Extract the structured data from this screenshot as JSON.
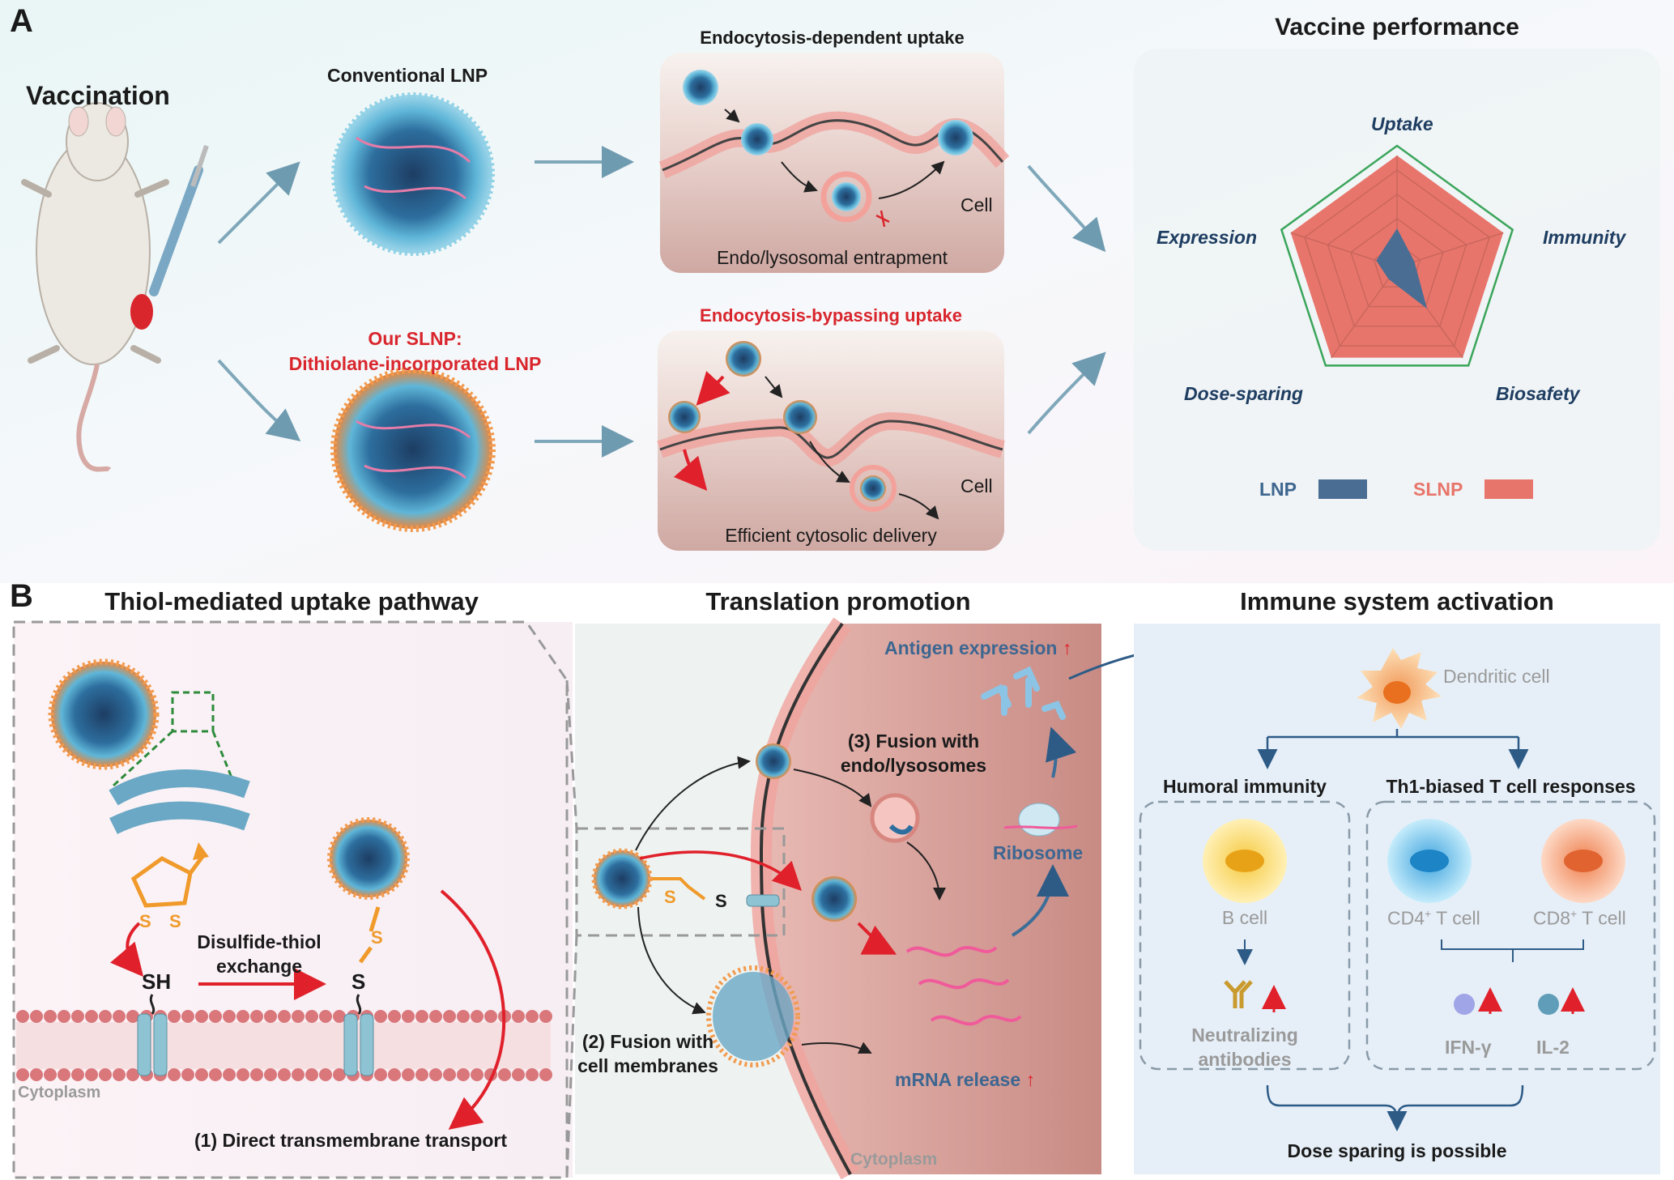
{
  "panel_a": {
    "letter": "A",
    "vaccination": "Vaccination",
    "conventional_lnp": "Conventional LNP",
    "our_slnp_line1": "Our SLNP:",
    "our_slnp_line2": "Dithiolane-incorporated LNP",
    "endo_dependent_title": "Endocytosis-dependent uptake",
    "endo_bypassing_title": "Endocytosis-bypassing uptake",
    "cell_label_top": "Cell",
    "cell_label_bottom": "Cell",
    "endo_entrapment": "Endo/lysosomal entrapment",
    "efficient_delivery": "Efficient cytosolic delivery",
    "vaccine_performance": "Vaccine performance",
    "radar": {
      "axes": [
        "Uptake",
        "Immunity",
        "Biosafety",
        "Dose-sparing",
        "Expression"
      ],
      "legend": [
        {
          "name": "LNP",
          "color": "#4a6d93"
        },
        {
          "name": "SLNP",
          "color": "#e8756b"
        }
      ]
    }
  },
  "panel_b": {
    "letter": "B",
    "thiol_title": "Thiol-mediated uptake pathway",
    "translation_title": "Translation promotion",
    "immune_title": "Immune system activation",
    "s_label_1": "S",
    "s_label_2": "S",
    "sh_label": "SH",
    "s_bound_top": "S",
    "s_bound_bottom": "S",
    "exchange_line1": "Disulfide-thiol",
    "exchange_line2": "exchange",
    "cytoplasm_left": "Cytoplasm",
    "direct_transport": "(1) Direct transmembrane transport",
    "antigen_expression": "Antigen expression",
    "fusion_endo_line1": "(3) Fusion with",
    "fusion_endo_line2": "endo/lysosomes",
    "ribosome": "Ribosome",
    "fusion_membrane_line1": "(2) Fusion with",
    "fusion_membrane_line2": "cell membranes",
    "mrna_release": "mRNA release",
    "cytoplasm_mid": "Cytoplasm",
    "s_mid": "S",
    "s_mid2": "S",
    "dendritic_cell": "Dendritic cell",
    "humoral": "Humoral immunity",
    "th1": "Th1-biased T cell responses",
    "b_cell": "B cell",
    "cd4": "CD4",
    "cd8": "CD8",
    "t_cell_suffix": " T cell",
    "neutralizing_line1": "Neutralizing",
    "neutralizing_line2": "antibodies",
    "ifn": "IFN-γ",
    "il2": "IL-2",
    "dose_sparing": "Dose sparing is possible"
  }
}
